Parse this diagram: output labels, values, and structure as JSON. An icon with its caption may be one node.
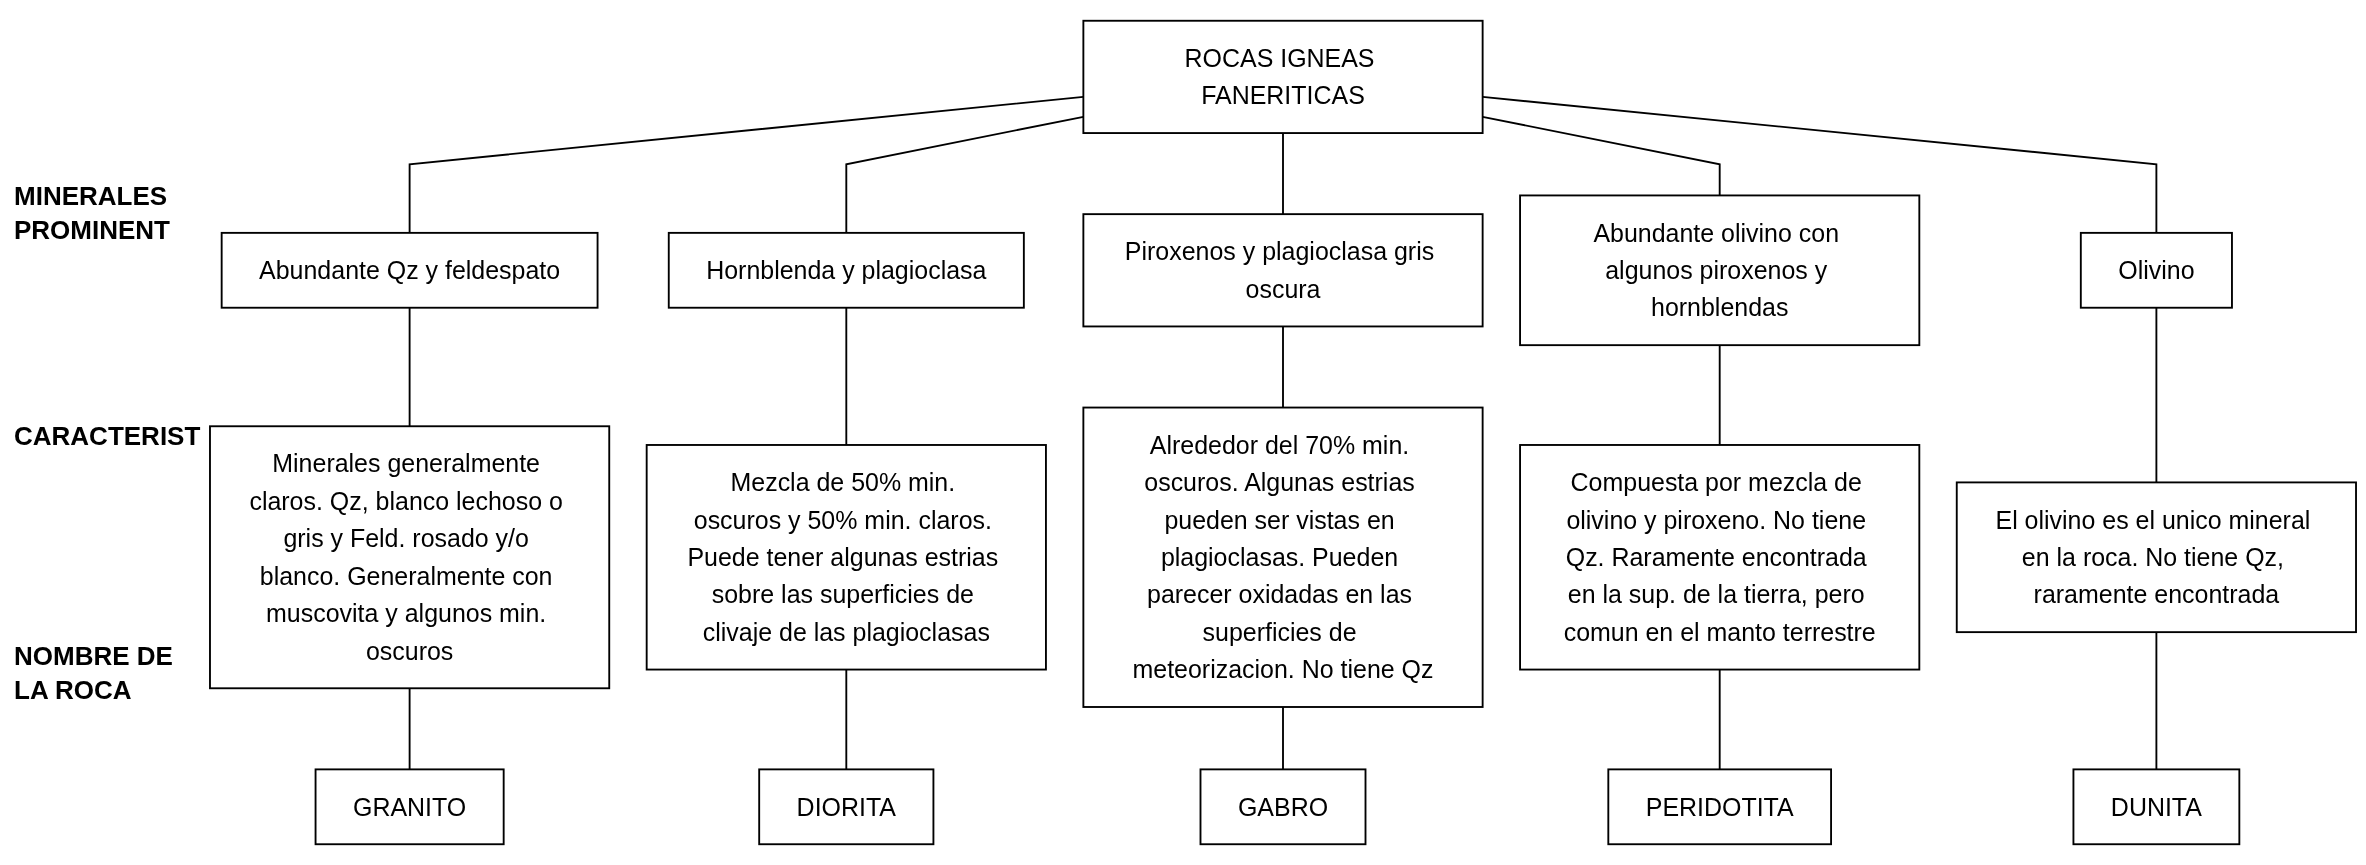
{
  "diagram": {
    "nodes": [
      {
        "text": [
          "ROCAS IGNEAS FANERITICAS"
        ]
      },
      {
        "text": [
          "Abundante Qz y feldespato"
        ]
      },
      {
        "text": [
          "Hornblenda y plagioclasa"
        ]
      },
      {
        "text": [
          "Piroxenos y plagioclasa gris oscura"
        ]
      },
      {
        "text": [
          "Abundante olivino con algunos piroxenos y hornblendas"
        ]
      },
      {
        "text": [
          "Olivino"
        ]
      },
      {
        "text": [
          "Minerales generalmente claros. Qz, blanco lechoso o gris y Feld. rosado y/o blanco. Generalmente con muscovita y algunos min. oscuros"
        ]
      },
      {
        "text": [
          "Mezcla de 50% min. oscuros y 50% min. claros. Puede tener algunas estrias sobre las superficies de clivaje de las plagioclasas"
        ]
      },
      {
        "text": [
          "Alrededor del 70% min. oscuros. Algunas estrias pueden ser vistas en plagioclasas. Pueden parecer oxidadas en las superficies de meteorizacion. No tiene Qz"
        ]
      },
      {
        "text": [
          "Compuesta por mezcla de olivino y piroxeno. No tiene Qz. Raramente encontrada en la sup. de la tierra, pero comun en el manto terrestre"
        ]
      },
      {
        "text": [
          "El olivino es el unico mineral en la roca. No tiene Qz, raramente encontrada"
        ]
      },
      {
        "text": [
          "GRANITO"
        ]
      },
      {
        "text": [
          "DIORITA"
        ]
      },
      {
        "text": [
          "GABRO"
        ]
      },
      {
        "text": [
          "PERIDOTITA"
        ]
      },
      {
        "text": [
          "DUNITA"
        ]
      }
    ],
    "edges": [
      {
        "from": 0,
        "to": 1,
        "arrow": "none"
      },
      {
        "from": 0,
        "to": 2,
        "arrow": "none"
      },
      {
        "from": 0,
        "to": 3,
        "arrow": "none"
      },
      {
        "from": 0,
        "to": 4,
        "arrow": "none"
      },
      {
        "from": 0,
        "to": 5,
        "arrow": "none"
      },
      {
        "from": 1,
        "to": 6,
        "arrow": "none"
      },
      {
        "from": 2,
        "to": 7,
        "arrow": "none"
      },
      {
        "from": 3,
        "to": 8,
        "arrow": "none"
      },
      {
        "from": 4,
        "to": 9,
        "arrow": "none"
      },
      {
        "from": 5,
        "to": 10,
        "arrow": "none"
      },
      {
        "from": 6,
        "to": 11,
        "arrow": "none"
      },
      {
        "from": 7,
        "to": 12,
        "arrow": "none"
      },
      {
        "from": 8,
        "to": 13,
        "arrow": "none"
      },
      {
        "from": 9,
        "to": 14,
        "arrow": "none"
      },
      {
        "from": 10,
        "to": 15,
        "arrow": "none"
      }
    ],
    "labels": [
      "MINERALES PROMINENT",
      "CARACTERIST",
      "NOMBRE DE LA ROCA"
    ]
  }
}
